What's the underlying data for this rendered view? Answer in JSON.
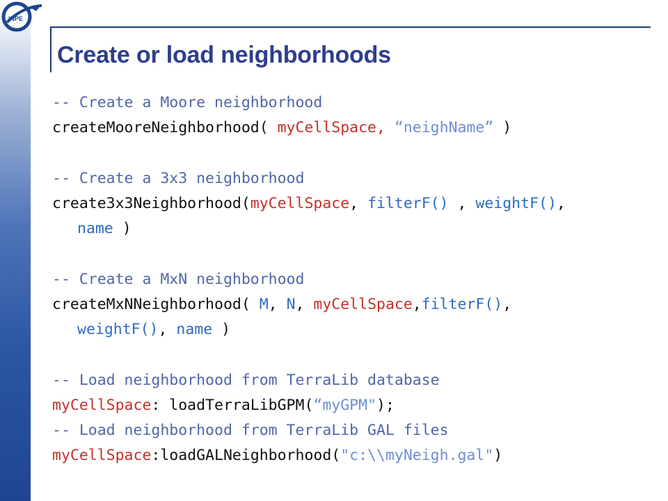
{
  "logo": {
    "text": "INPE",
    "icon": "inpe-logo-icon"
  },
  "colors": {
    "title": "#2e3e8c",
    "comment": "#5166a6",
    "argument": "#c3312a",
    "keyword": "#2e6bbf",
    "string": "#6f8ed4"
  },
  "slide": {
    "title": "Create or load neighborhoods",
    "b1": {
      "comment": "-- Create a Moore neighborhood",
      "fn": "createMooreNeighborhood( ",
      "arg1": "myCellSpace,",
      "sp": " ",
      "str": "“neighName”",
      "end": " )"
    },
    "b2": {
      "comment": "-- Create a 3x3 neighborhood",
      "fn": "create3x3Neighborhood(",
      "arg1": "myCellSpace",
      "sep1": ", ",
      "arg2": "filterF()",
      "sep2": " , ",
      "arg3": "weightF()",
      "sep3": ",",
      "arg4": "name",
      "end": " )"
    },
    "b3": {
      "comment": "-- Create a MxN neighborhood",
      "fn": "createMxNNeighborhood( ",
      "arg1": "M",
      "sep1": ", ",
      "arg2": "N",
      "sep2": ", ",
      "arg3": "myCellSpace",
      "sep3": ",",
      "arg4": "filterF()",
      "sep4": ",",
      "arg5": "weightF()",
      "sep5": ", ",
      "arg6": "name",
      "end": " )"
    },
    "b4": {
      "comment": "-- Load neighborhood from TerraLib database",
      "obj": "myCellSpace",
      "call": ": loadTerraLibGPM(",
      "str": "“myGPM\"",
      "end": ");"
    },
    "b5": {
      "comment": "-- Load neighborhood from TerraLib GAL files",
      "obj": "myCellSpace",
      "call": ":loadGALNeighborhood(",
      "str": "\"c:\\\\myNeigh.gal\"",
      "end": ")"
    }
  }
}
